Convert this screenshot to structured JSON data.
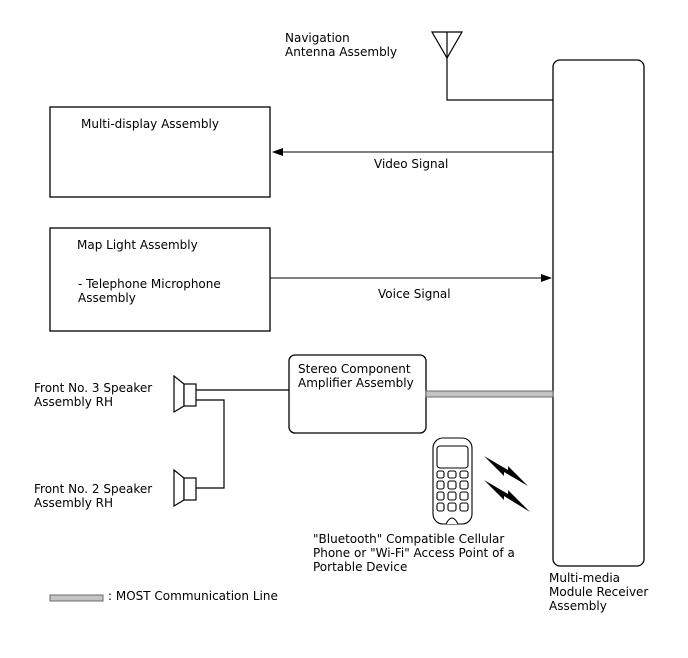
{
  "antenna": {
    "label_line1": "Navigation",
    "label_line2": "Antenna Assembly"
  },
  "multi_display": {
    "label": "Multi-display Assembly"
  },
  "video_signal": {
    "label": "Video Signal"
  },
  "map_light": {
    "label": "Map Light Assembly",
    "sub_line1": "- Telephone Microphone",
    "sub_line2": "Assembly"
  },
  "voice_signal": {
    "label": "Voice Signal"
  },
  "amplifier": {
    "label_line1": "Stereo Component",
    "label_line2": "Amplifier Assembly"
  },
  "speaker_no3": {
    "label_line1": "Front No. 3 Speaker",
    "label_line2": "Assembly RH"
  },
  "speaker_no2": {
    "label_line1": "Front No. 2 Speaker",
    "label_line2": "Assembly RH"
  },
  "phone": {
    "label_line1": "\"Bluetooth\" Compatible Cellular",
    "label_line2": "Phone or \"Wi-Fi\" Access Point of a",
    "label_line3": "Portable Device"
  },
  "receiver": {
    "label_line1": "Multi-media",
    "label_line2": "Module Receiver",
    "label_line3": "Assembly"
  },
  "legend": {
    "most_label": ": MOST Communication Line"
  }
}
